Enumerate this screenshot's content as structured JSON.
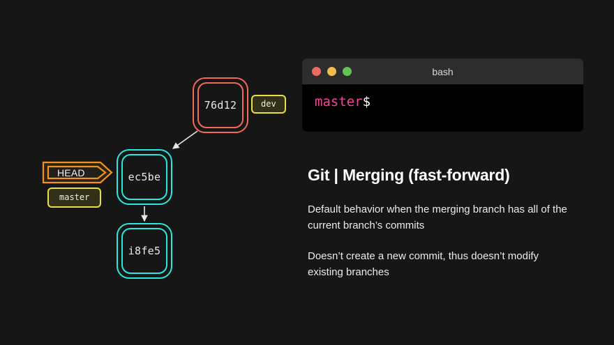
{
  "slide": {
    "title": "Git | Merging (fast-forward)",
    "paragraphs": [
      "Default behavior when the merging branch has all of the current branch’s commits",
      "Doesn’t create a new commit, thus doesn’t modify existing branches"
    ],
    "background_color": "#161616"
  },
  "terminal": {
    "title": "bash",
    "prompt_branch": "master",
    "prompt_sigil": "$",
    "titlebar_color": "#2d2d2d",
    "body_color": "#000000",
    "branch_color": "#f0469b",
    "traffic_lights": [
      {
        "name": "close-dot",
        "color": "#ec6a5e"
      },
      {
        "name": "minimize-dot",
        "color": "#f2bd4c"
      },
      {
        "name": "maximize-dot",
        "color": "#61c454"
      }
    ]
  },
  "graph": {
    "commits": [
      {
        "hash": "76d12",
        "color": "#f4695c",
        "branch": "dev"
      },
      {
        "hash": "ec5be",
        "color": "#2ae9dc",
        "branch": "master"
      },
      {
        "hash": "i8fe5",
        "color": "#2ae9dc",
        "branch": "master"
      }
    ],
    "tags": [
      {
        "label": "dev",
        "border_color": "#e8e044",
        "fill_color": "#33301a"
      },
      {
        "label": "master",
        "border_color": "#e8e044",
        "fill_color": "#33301a"
      }
    ],
    "head": {
      "label": "HEAD",
      "color": "#f2921f",
      "points_to": "ec5be"
    },
    "edges": [
      {
        "from": "76d12",
        "to": "ec5be"
      },
      {
        "from": "ec5be",
        "to": "i8fe5"
      }
    ]
  }
}
